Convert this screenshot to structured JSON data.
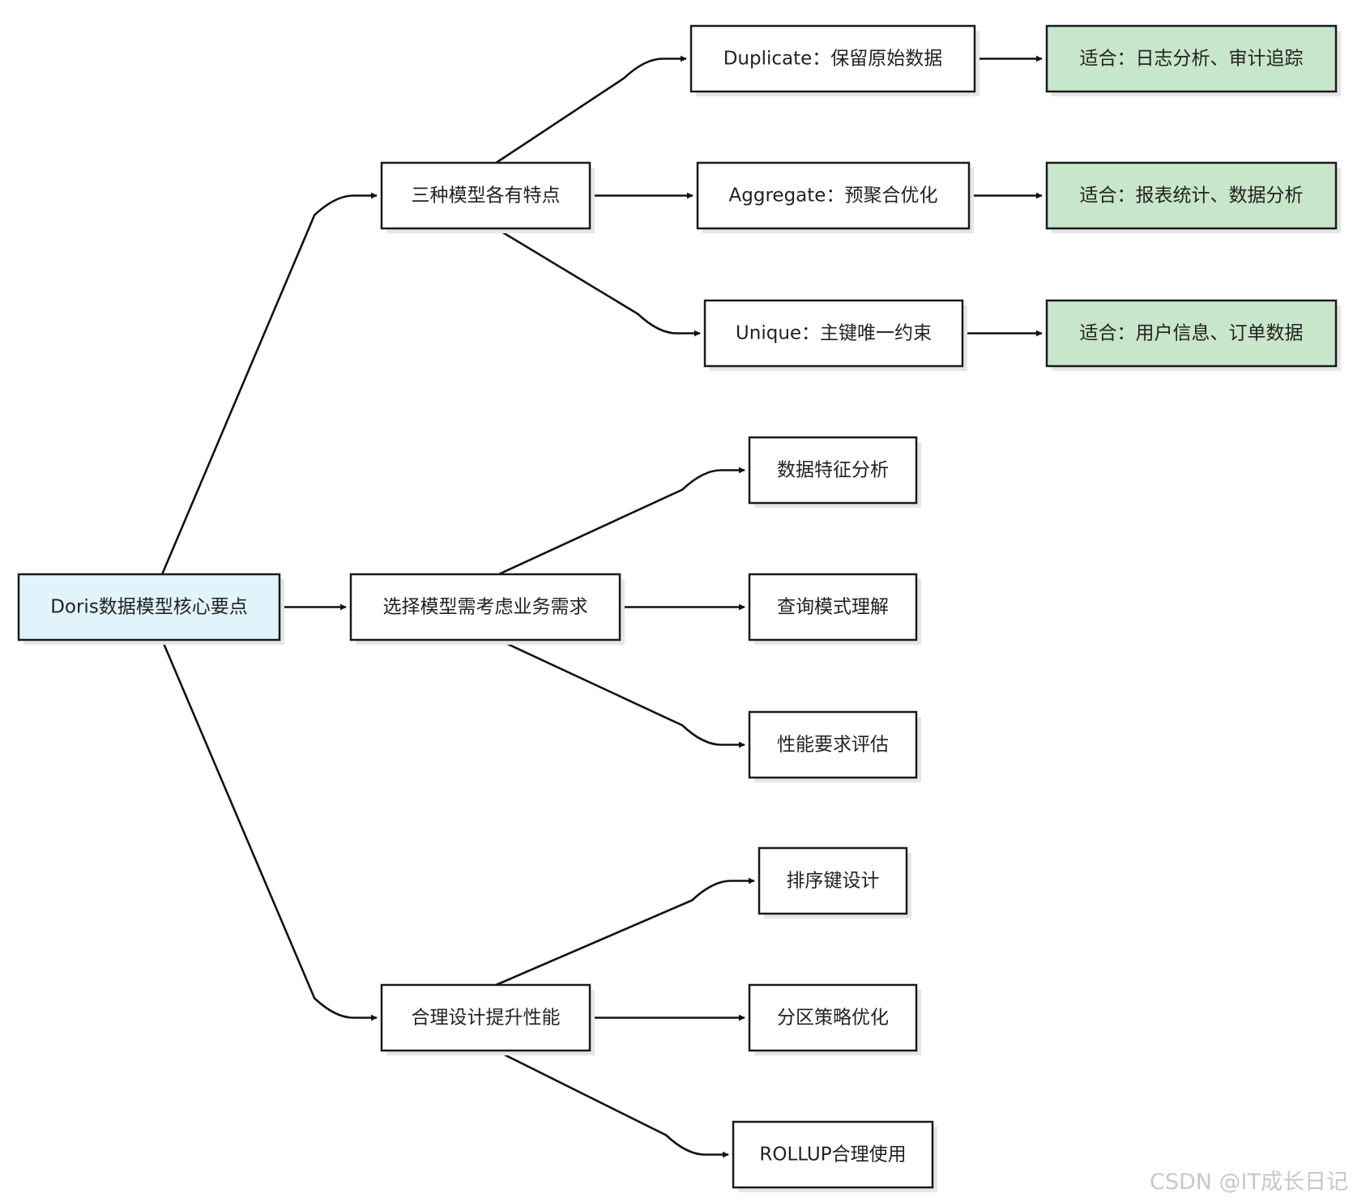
{
  "diagram": {
    "type": "flowchart-left-to-right",
    "colors": {
      "root_fill": "#e1f4fb",
      "node_fill": "#ffffff",
      "leaf_fill": "#c8e6c9",
      "stroke": "#1a1a1a",
      "edge": "#111111"
    },
    "nodes": {
      "root": "Doris数据模型核心要点",
      "models": "三种模型各有特点",
      "select": "选择模型需考虑业务需求",
      "design": "合理设计提升性能",
      "duplicate": "Duplicate：保留原始数据",
      "aggregate": "Aggregate：预聚合优化",
      "unique": "Unique：主键唯一约束",
      "fit_dup": "适合：日志分析、审计追踪",
      "fit_agg": "适合：报表统计、数据分析",
      "fit_uni": "适合：用户信息、订单数据",
      "feature": "数据特征分析",
      "query": "查询模式理解",
      "perf": "性能要求评估",
      "sortkey": "排序键设计",
      "partition": "分区策略优化",
      "rollup": "ROLLUP合理使用"
    },
    "edges": [
      [
        "root",
        "models"
      ],
      [
        "root",
        "select"
      ],
      [
        "root",
        "design"
      ],
      [
        "models",
        "duplicate"
      ],
      [
        "models",
        "aggregate"
      ],
      [
        "models",
        "unique"
      ],
      [
        "duplicate",
        "fit_dup"
      ],
      [
        "aggregate",
        "fit_agg"
      ],
      [
        "unique",
        "fit_uni"
      ],
      [
        "select",
        "feature"
      ],
      [
        "select",
        "query"
      ],
      [
        "select",
        "perf"
      ],
      [
        "design",
        "sortkey"
      ],
      [
        "design",
        "partition"
      ],
      [
        "design",
        "rollup"
      ]
    ]
  },
  "watermark": "CSDN @IT成长日记"
}
